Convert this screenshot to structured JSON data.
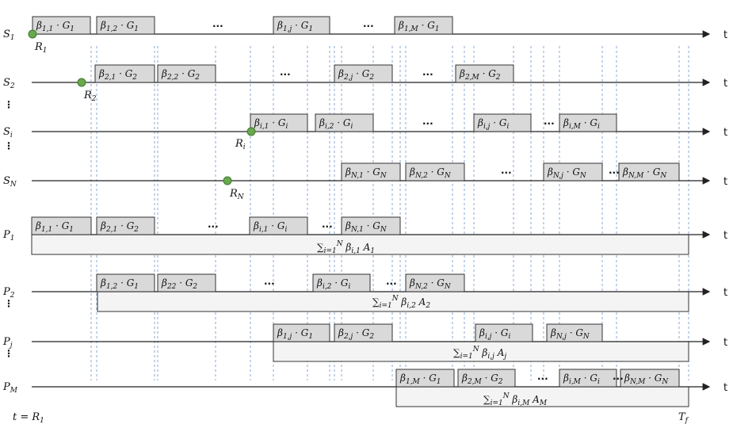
{
  "diagram": {
    "t_symbol": "t",
    "bottom_left_label": "t = R1",
    "bottom_right_label": "Tf",
    "ellipsis": "...",
    "row_labels": [
      {
        "main": "S",
        "sub": "1"
      },
      {
        "main": "S",
        "sub": "2"
      },
      {
        "main": "S",
        "sub": "i"
      },
      {
        "main": "S",
        "sub": "N"
      },
      {
        "main": "P",
        "sub": "1"
      },
      {
        "main": "P",
        "sub": "2"
      },
      {
        "main": "P",
        "sub": "j"
      },
      {
        "main": "P",
        "sub": "M"
      }
    ],
    "vertical_dots": "⋮",
    "release_markers": [
      {
        "label": "R1"
      },
      {
        "label": "R2"
      },
      {
        "label": "Ri"
      },
      {
        "label": "RN"
      }
    ],
    "sensor_blocks": [
      [
        "β1,1 · G1",
        "β1,2 · G1",
        "β1,j · G1",
        "β1,M · G1"
      ],
      [
        "β2,1 · G2",
        "β2,2 · G2",
        "β2,j · G2",
        "β2,M · G2"
      ],
      [
        "βi,1 · Gi",
        "βi,2 · Gi",
        "βi,j · Gi",
        "βi,M · Gi"
      ],
      [
        "βN,1 · GN",
        "βN,2 · GN",
        "βN,j · GN",
        "βN,M · GN"
      ]
    ],
    "processor_blocks": [
      [
        "β1,1 · G1",
        "β2,1 · G2",
        "βi,1 · Gi",
        "βN,1 · GN"
      ],
      [
        "β1,2 · G1",
        "β22 · G2",
        "βi,2 · Gi",
        "βN,2 · GN"
      ],
      [
        "β1,j · G1",
        "β2,j · G2",
        "βi,j · Gi",
        "βN,j · GN"
      ],
      [
        "β1,M · G1",
        "β2,M · G2",
        "βi,M · Gi",
        "βN,M · GN"
      ]
    ],
    "sum_labels": [
      "∑i=1N βi,1 A1",
      "∑i=1N βi,2 A2",
      "∑i=1N βi,j Aj",
      "∑i=1N βi,M AM"
    ]
  }
}
